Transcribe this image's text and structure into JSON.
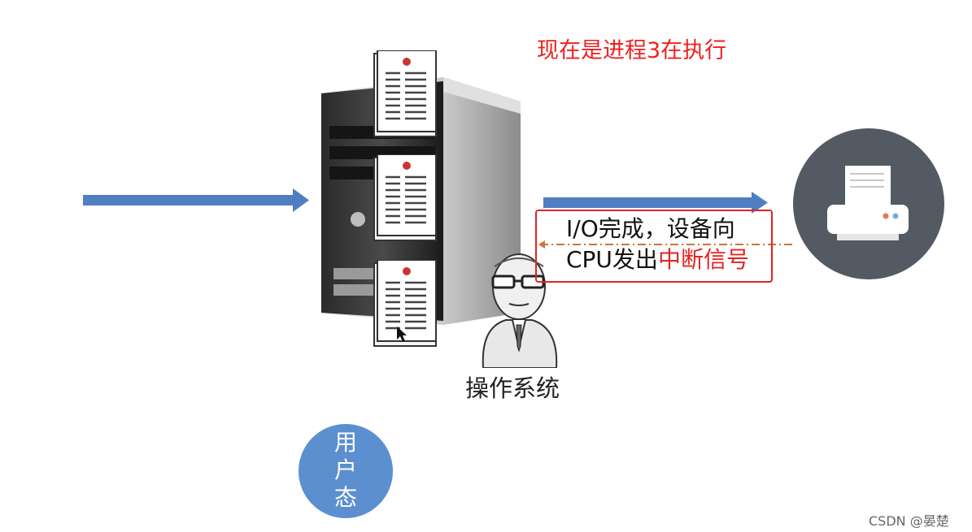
{
  "title": "现在是进程3在执行",
  "callout": {
    "line1": "I/O完成，设备向",
    "line2_prefix": "CPU发出",
    "line2_highlight": "中断信号"
  },
  "os_label": "操作系统",
  "user_mode": [
    "用",
    "户",
    "态"
  ],
  "watermark": "CSDN @晏楚",
  "colors": {
    "arrow_blue": "#4f7fc0",
    "alert_red": "#e32424",
    "dashed_line": "#c9753d",
    "printer_bg": "#545a63",
    "user_circle": "#5b8fcf"
  },
  "icons": [
    "server-tower",
    "process-document",
    "operating-system-person",
    "printer-icon"
  ]
}
